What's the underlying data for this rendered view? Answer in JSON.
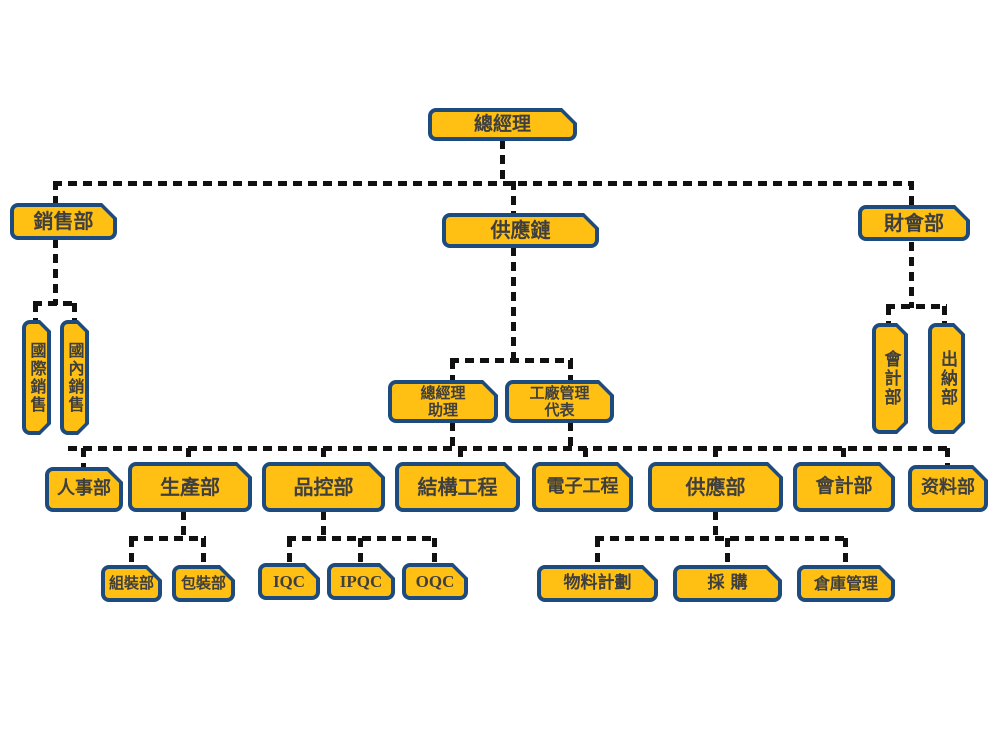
{
  "diagram_title": "company-org-chart",
  "colors": {
    "box_fill": "#FFC013",
    "box_border": "#1E4B7D",
    "text": "#3F3F3F",
    "connector": "#111111",
    "background": "#FFFFFF"
  },
  "nodes": {
    "gm": {
      "label": "總經理"
    },
    "sales": {
      "label": "銷售部"
    },
    "supply_chain": {
      "label": "供應鏈"
    },
    "finance": {
      "label": "財會部"
    },
    "intl_sales": {
      "label": "國際銷售"
    },
    "domestic_sales": {
      "label": "國內銷售"
    },
    "accounting_v": {
      "label": "會計部"
    },
    "cashier": {
      "label": "出納部"
    },
    "gm_assistant": {
      "line1": "總經理",
      "line2": "助理"
    },
    "factory_rep": {
      "line1": "工廠管理",
      "line2": "代表"
    },
    "hr": {
      "label": "人事部"
    },
    "production": {
      "label": "生產部"
    },
    "qc": {
      "label": "品控部"
    },
    "structural": {
      "label": "結構工程"
    },
    "electronic": {
      "label": "電子工程"
    },
    "supply": {
      "label": "供應部"
    },
    "accounting": {
      "label": "會計部"
    },
    "data_dept": {
      "label": "资料部"
    },
    "assembly": {
      "label": "組裝部"
    },
    "packing": {
      "label": "包裝部"
    },
    "iqc": {
      "label": "IQC"
    },
    "ipqc": {
      "label": "IPQC"
    },
    "oqc": {
      "label": "OQC"
    },
    "material": {
      "label": "物料計劃"
    },
    "procurement": {
      "label": "採 購"
    },
    "warehouse": {
      "label": "倉庫管理"
    }
  },
  "edges": [
    {
      "from": "總經理",
      "to": "銷售部"
    },
    {
      "from": "總經理",
      "to": "供應鏈"
    },
    {
      "from": "總經理",
      "to": "財會部"
    },
    {
      "from": "銷售部",
      "to": "國際銷售"
    },
    {
      "from": "銷售部",
      "to": "國內銷售"
    },
    {
      "from": "財會部",
      "to": "會計部"
    },
    {
      "from": "財會部",
      "to": "出納部"
    },
    {
      "from": "供應鏈",
      "to": "總經理助理"
    },
    {
      "from": "供應鏈",
      "to": "工廠管理代表"
    },
    {
      "from": "總經理助理/工廠管理代表",
      "to": "人事部"
    },
    {
      "from": "總經理助理/工廠管理代表",
      "to": "生產部"
    },
    {
      "from": "總經理助理/工廠管理代表",
      "to": "品控部"
    },
    {
      "from": "總經理助理/工廠管理代表",
      "to": "結構工程"
    },
    {
      "from": "總經理助理/工廠管理代表",
      "to": "電子工程"
    },
    {
      "from": "總經理助理/工廠管理代表",
      "to": "供應部"
    },
    {
      "from": "總經理助理/工廠管理代表",
      "to": "會計部"
    },
    {
      "from": "總經理助理/工廠管理代表",
      "to": "资料部"
    },
    {
      "from": "生產部",
      "to": "組裝部"
    },
    {
      "from": "生產部",
      "to": "包裝部"
    },
    {
      "from": "品控部",
      "to": "IQC"
    },
    {
      "from": "品控部",
      "to": "IPQC"
    },
    {
      "from": "品控部",
      "to": "OQC"
    },
    {
      "from": "供應部",
      "to": "物料計劃"
    },
    {
      "from": "供應部",
      "to": "採 購"
    },
    {
      "from": "供應部",
      "to": "倉庫管理"
    }
  ]
}
